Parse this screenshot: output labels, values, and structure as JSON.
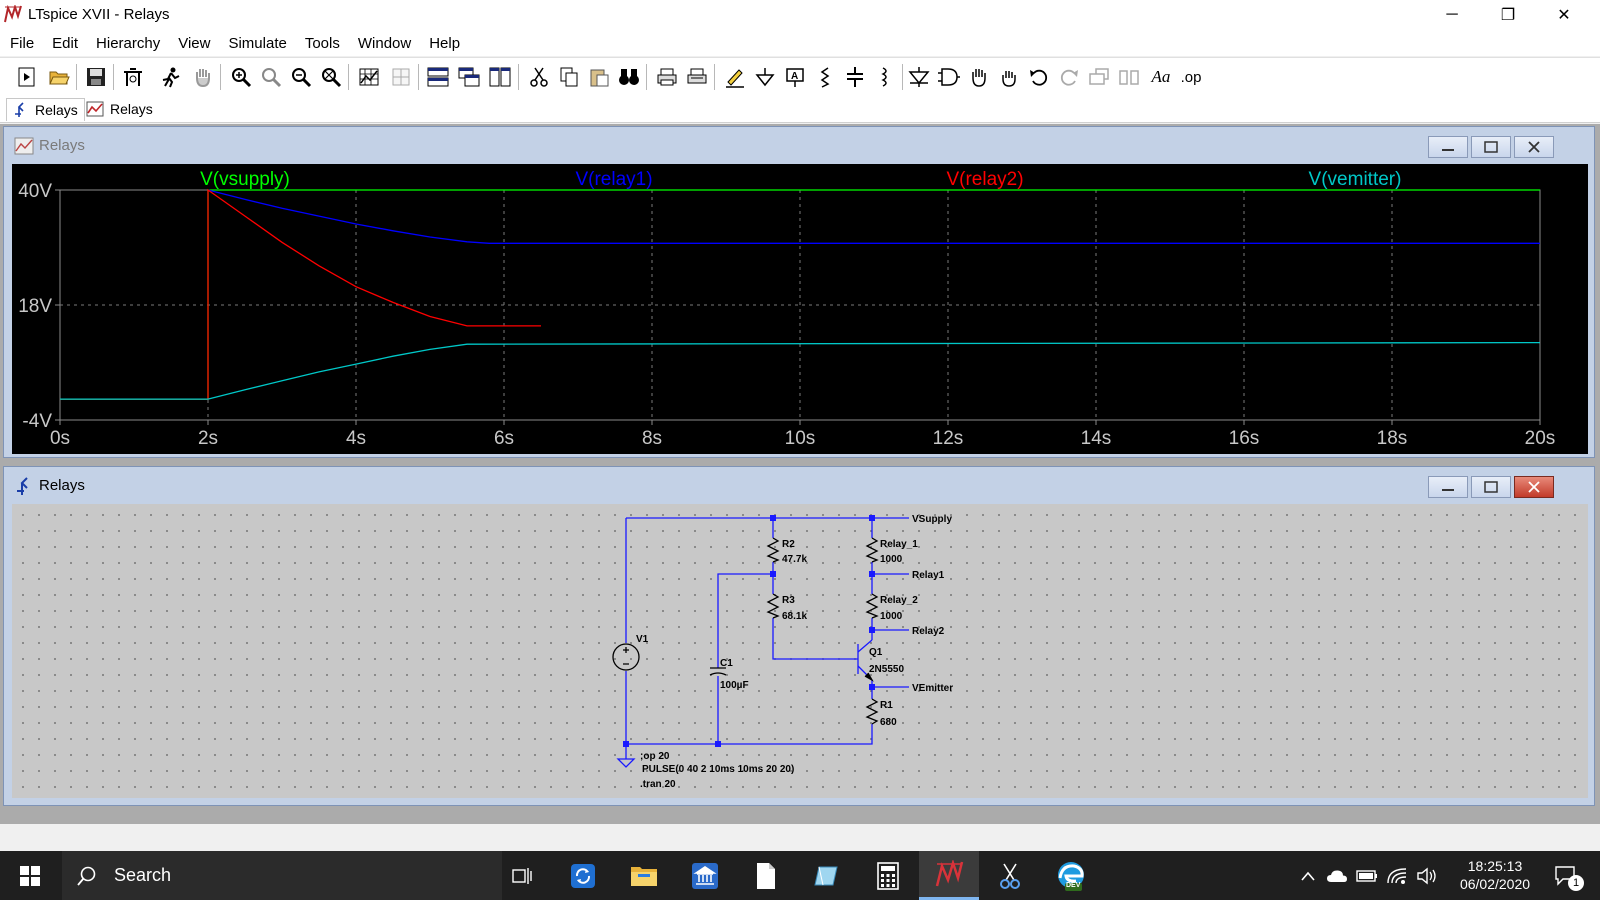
{
  "window": {
    "title": "LTspice XVII - Relays",
    "minimize": "─",
    "maximize": "❐",
    "close": "✕"
  },
  "menu": [
    "File",
    "Edit",
    "Hierarchy",
    "View",
    "Simulate",
    "Tools",
    "Window",
    "Help"
  ],
  "toolbar": {
    "icons": [
      "new-schematic-icon",
      "open-icon",
      "save-icon",
      "control-panel-icon",
      "run-icon",
      "halt-icon",
      "zoom-in-icon",
      "zoom-pan-icon",
      "zoom-out-icon",
      "zoom-fit-icon",
      "autorange-icon",
      "grid-icon",
      "tile-horizontal-icon",
      "cascade-icon",
      "tile-vertical-icon",
      "cut-icon",
      "copy-icon",
      "paste-icon",
      "find-icon",
      "print-icon",
      "print-setup-icon",
      "draw-wire-icon",
      "ground-icon",
      "label-net-icon",
      "resistor-icon",
      "capacitor-icon",
      "inductor-icon",
      "diode-icon",
      "component-icon",
      "move-icon",
      "drag-icon",
      "undo-icon",
      "redo-icon",
      "rotate-icon",
      "mirror-icon",
      "text-icon",
      "spice-directive-icon"
    ],
    "text_label": "Aa",
    "op_label": ".op"
  },
  "tabs": [
    {
      "label": "Relays",
      "icon": "schematic-icon"
    },
    {
      "label": "Relays",
      "icon": "waveform-icon"
    }
  ],
  "waveform_window": {
    "title": "Relays"
  },
  "schematic_window": {
    "title": "Relays"
  },
  "chart_data": {
    "type": "line",
    "xlim": [
      0,
      20
    ],
    "ylim": [
      -4,
      40
    ],
    "x_ticks": [
      "0s",
      "2s",
      "4s",
      "6s",
      "8s",
      "10s",
      "12s",
      "14s",
      "16s",
      "18s",
      "20s"
    ],
    "y_ticks": [
      "40V",
      "18V",
      "-4V"
    ],
    "grid": true,
    "legend_placement": "top",
    "series": [
      {
        "name": "V(vsupply)",
        "color": "#00ff00",
        "x": [
          0,
          2,
          2,
          20
        ],
        "y": [
          0,
          0,
          40,
          40
        ]
      },
      {
        "name": "V(relay1)",
        "color": "#0000ff",
        "x": [
          2,
          2.5,
          3,
          3.5,
          4,
          4.5,
          5,
          5.5,
          5.8,
          20
        ],
        "y": [
          40,
          38.2,
          36.5,
          35,
          33.5,
          32.2,
          31,
          30.1,
          29.8,
          29.8
        ]
      },
      {
        "name": "V(relay2)",
        "color": "#ff0000",
        "x": [
          0,
          2,
          2,
          2.5,
          3,
          3.5,
          4,
          4.5,
          5,
          5.5,
          6.5
        ],
        "y": [
          0,
          0,
          40,
          35,
          30,
          25.5,
          21.5,
          18.5,
          15.8,
          14,
          14
        ]
      },
      {
        "name": "V(vemitter)",
        "color": "#00c8c8",
        "x": [
          0,
          2,
          2.5,
          3,
          3.5,
          4,
          4.5,
          5,
          5.5,
          20
        ],
        "y": [
          0,
          0,
          1.8,
          3.5,
          5.2,
          6.7,
          8.2,
          9.5,
          10.5,
          10.8
        ]
      }
    ]
  },
  "schematic": {
    "labels": {
      "vsupply": "VSupply",
      "relay1": "Relay1",
      "relay2": "Relay2",
      "vemitter": "VEmitter",
      "r2_name": "R2",
      "r2_val": "47.7k",
      "r3_name": "R3",
      "r3_val": "68.1k",
      "relay_1_name": "Relay_1",
      "relay_1_val": "1000",
      "relay_2_name": "Relay_2",
      "relay_2_val": "1000",
      "q1_name": "Q1",
      "q1_val": "2N5550",
      "r1_name": "R1",
      "r1_val": "680",
      "c1_name": "C1",
      "c1_val": "100µF",
      "v1_name": "V1",
      "dir_op": ";op 20",
      "dir_pulse": "PULSE(0 40 2 10ms 10ms 20 20)",
      "dir_tran": ".tran 20"
    }
  },
  "taskbar": {
    "search_placeholder": "Search",
    "time": "18:25:13",
    "date": "06/02/2020",
    "notification_count": "1",
    "edge_badge": "DEV"
  }
}
